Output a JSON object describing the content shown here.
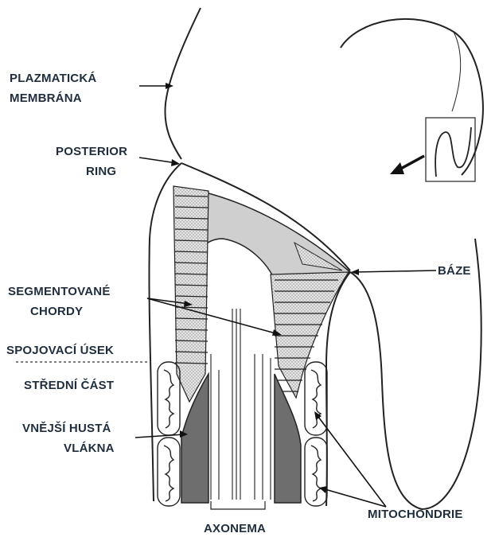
{
  "labels": {
    "plasma_membrane": [
      "PLAZMATICKÁ",
      "MEMBRÁNA"
    ],
    "posterior_ring": [
      "POSTERIOR",
      "RING"
    ],
    "segmented_columns": [
      "SEGMENTOVANÉ",
      "CHORDY"
    ],
    "connecting_piece": "SPOJOVACÍ ÚSEK",
    "midpiece": "STŘEDNÍ ČÁST",
    "outer_dense_fibers": [
      "VNĚJŠÍ HUSTÁ",
      "VLÁKNA"
    ],
    "base": "BÁZE",
    "axoneme": "AXONEMA",
    "mitochondria": "MITOCHONDRIE"
  },
  "colors": {
    "stroke": "#222222",
    "label_text": "#1f2d3d",
    "capitulum_fill": "#cfcfcf",
    "dense_fiber_fill": "#6e6e6e",
    "segment_fill": "#d9d9d9"
  }
}
